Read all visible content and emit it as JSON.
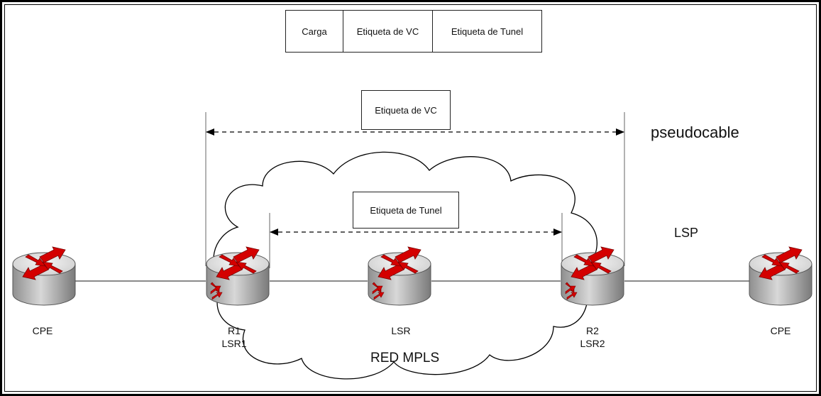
{
  "header_packet": {
    "cells": [
      "Carga",
      "Etiqueta de VC",
      "Etiqueta de Tunel"
    ]
  },
  "vc_box_label": "Etiqueta de VC",
  "tunnel_box_label": "Etiqueta de Tunel",
  "pseudowire_label": "pseudocable",
  "lsp_label": "LSP",
  "cloud_label": "RED MPLS",
  "nodes": {
    "cpe_left": "CPE",
    "r1": "R1",
    "r1_sub": "LSR1",
    "lsr": "LSR",
    "r2": "R2",
    "r2_sub": "LSR2",
    "cpe_right": "CPE"
  },
  "colors": {
    "router_body": "#b9b9b9",
    "router_top": "#e6e6e6",
    "arrow_red": "#d40000",
    "line": "#555555"
  },
  "icons": [
    "router-icon"
  ]
}
